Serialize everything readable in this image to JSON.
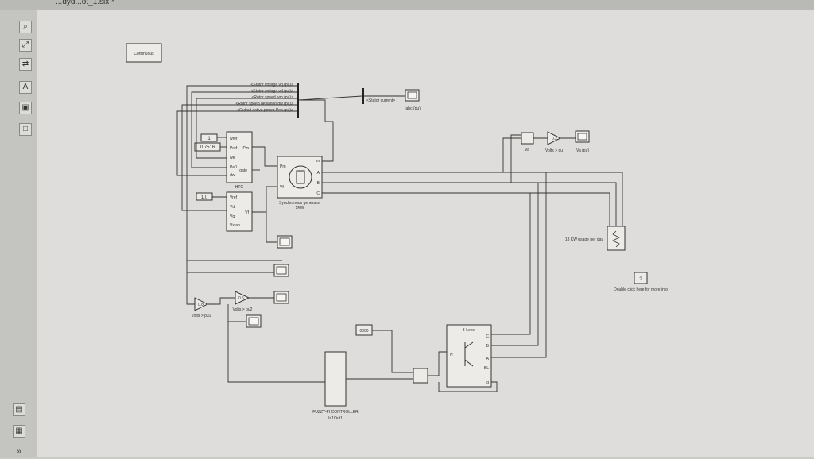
{
  "window": {
    "title": "...dyd...ot_1.slx *"
  },
  "toolbar": {
    "buttons": [
      {
        "name": "zoom-icon",
        "glyph": "⌕"
      },
      {
        "name": "fit-view-icon",
        "glyph": "⤢"
      },
      {
        "name": "arrows-icon",
        "glyph": "⇄"
      },
      {
        "name": "annotation-icon",
        "glyph": "A"
      },
      {
        "name": "image-icon",
        "glyph": "▣"
      },
      {
        "name": "square-icon",
        "glyph": "□"
      },
      {
        "name": "library-icon",
        "glyph": "▤"
      },
      {
        "name": "info-icon",
        "glyph": "▦"
      },
      {
        "name": "expand-icon",
        "glyph": "»"
      }
    ]
  },
  "diagram": {
    "powergui": "Continuous",
    "bus_signals": [
      "<Stator voltage  vq (pu)>",
      "<Stator voltage  vd (pu)>",
      "<Rotor speed  wm  (pu)>",
      "<Rotor speed deviation  dw (pu)>",
      "<Output active power  Peo (pu)>"
    ],
    "stator_current": "<Stator current>",
    "scope_iabc": "Iabc (pu)",
    "const1": "1",
    "const2": "0.7516",
    "const3": "1.0",
    "htg": {
      "title": "HTG",
      "in_ports": [
        "wref",
        "Pref",
        "we",
        "Pe0",
        "dw"
      ],
      "out_ports": [
        "Pm",
        "gate"
      ]
    },
    "excitation": {
      "in_ports": [
        "Vref",
        "Vd",
        "Vq",
        "Vstab"
      ],
      "out_ports": [
        "Vf"
      ]
    },
    "generator": {
      "label1": "Synchronous generator",
      "label2": "5KW",
      "ports": [
        "Pm",
        "Vf",
        "m",
        "A",
        "B",
        "C"
      ]
    },
    "va_label": "Va",
    "gain_va_value": "0.2",
    "gain_va_label": "Volts > pu",
    "scope_va": "Va (pu)",
    "load_label": "18 KW usage per day",
    "gain1_value": "0.8",
    "gain1_label": "Volts > pu1",
    "gain2_value": "0.5",
    "gain2_label": "Volts > pu2",
    "info_label": "Double click here for more info",
    "info_glyph": "?",
    "pulse_value": "0000",
    "fuzzy_label": "FUZZY-PI CONTROLLER",
    "fuzzy_sub": "In1Out1",
    "converter": {
      "title": "3-Level",
      "ports": [
        "A",
        "B",
        "C",
        "N",
        "BL",
        "g"
      ]
    }
  }
}
